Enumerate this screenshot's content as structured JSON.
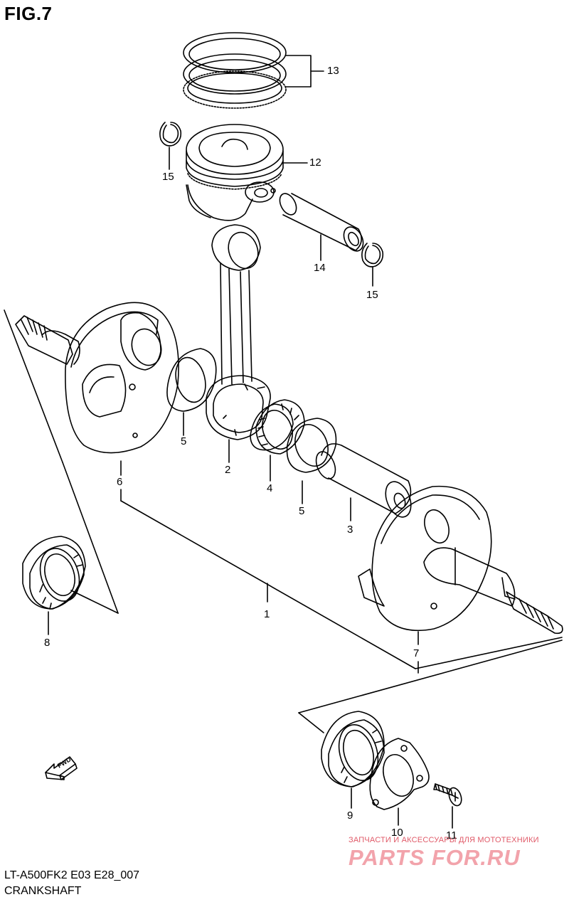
{
  "figure": {
    "title": "FIG.7",
    "model_code": "LT-A500FK2 E03 E28_007",
    "section_name": "CRANKSHAFT",
    "fwd_label": "FWD"
  },
  "callouts": [
    {
      "id": "13",
      "label": "13"
    },
    {
      "id": "12",
      "label": "12"
    },
    {
      "id": "15a",
      "label": "15"
    },
    {
      "id": "14",
      "label": "14"
    },
    {
      "id": "15b",
      "label": "15"
    },
    {
      "id": "5a",
      "label": "5"
    },
    {
      "id": "2",
      "label": "2"
    },
    {
      "id": "4",
      "label": "4"
    },
    {
      "id": "5b",
      "label": "5"
    },
    {
      "id": "3",
      "label": "3"
    },
    {
      "id": "6",
      "label": "6"
    },
    {
      "id": "1",
      "label": "1"
    },
    {
      "id": "8",
      "label": "8"
    },
    {
      "id": "7",
      "label": "7"
    },
    {
      "id": "9",
      "label": "9"
    },
    {
      "id": "10",
      "label": "10"
    },
    {
      "id": "11",
      "label": "11"
    }
  ],
  "watermark": {
    "tagline": "ЗАПЧАСТИ И АКСЕССУАРЫ ДЛЯ МОТОТЕХНИКИ",
    "logo_text": "PARTS FOR.RU"
  }
}
